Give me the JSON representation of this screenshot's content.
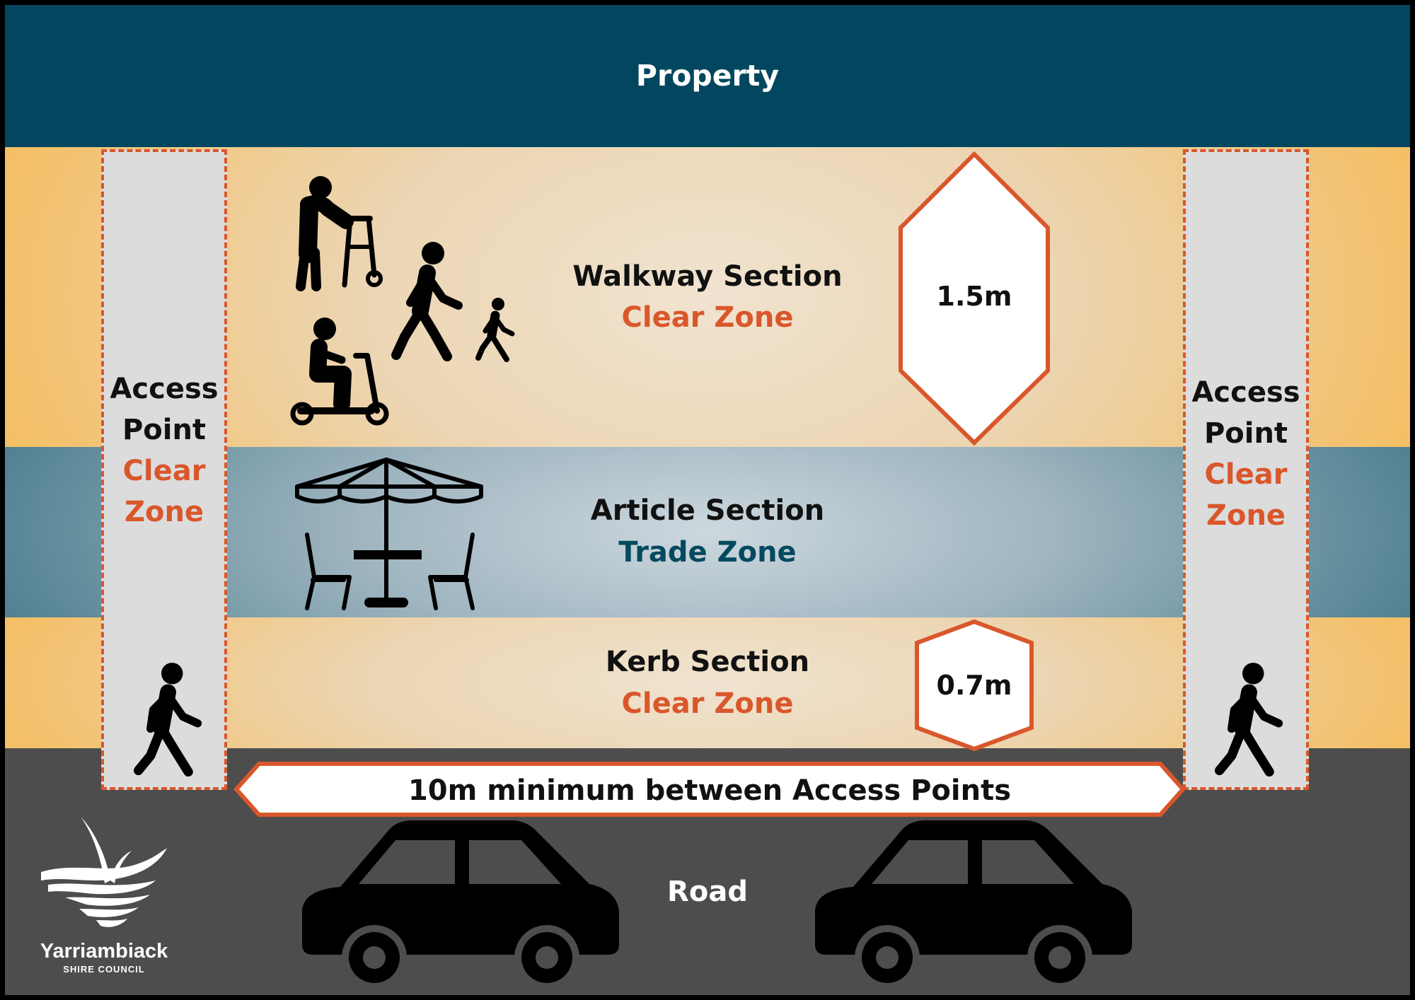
{
  "colors": {
    "property": "#02475f",
    "road": "#4d4d4d",
    "accent": "#d9572b",
    "trade": "#034a5f",
    "text_dark": "#111111",
    "white": "#ffffff"
  },
  "property": {
    "label": "Property"
  },
  "walkway": {
    "title": "Walkway Section",
    "subtitle": "Clear Zone"
  },
  "article": {
    "title": "Article Section",
    "subtitle": "Trade Zone"
  },
  "kerb": {
    "title": "Kerb Section",
    "subtitle": "Clear Zone"
  },
  "access_left": {
    "line1": "Access",
    "line2": "Point",
    "line3": "Clear",
    "line4": "Zone"
  },
  "access_right": {
    "line1": "Access",
    "line2": "Point",
    "line3": "Clear",
    "line4": "Zone"
  },
  "walkway_width": "1.5m",
  "kerb_width": "0.7m",
  "distance_banner": "10m minimum between Access Points",
  "road": {
    "label": "Road"
  },
  "logo": {
    "name": "Yarriambiack",
    "sub": "SHIRE COUNCIL"
  },
  "icons": [
    "walker-person-icon",
    "walking-person-icon",
    "child-walking-icon",
    "scooter-rider-icon",
    "cafe-table-umbrella-icon",
    "car-icon",
    "council-logo-icon"
  ]
}
